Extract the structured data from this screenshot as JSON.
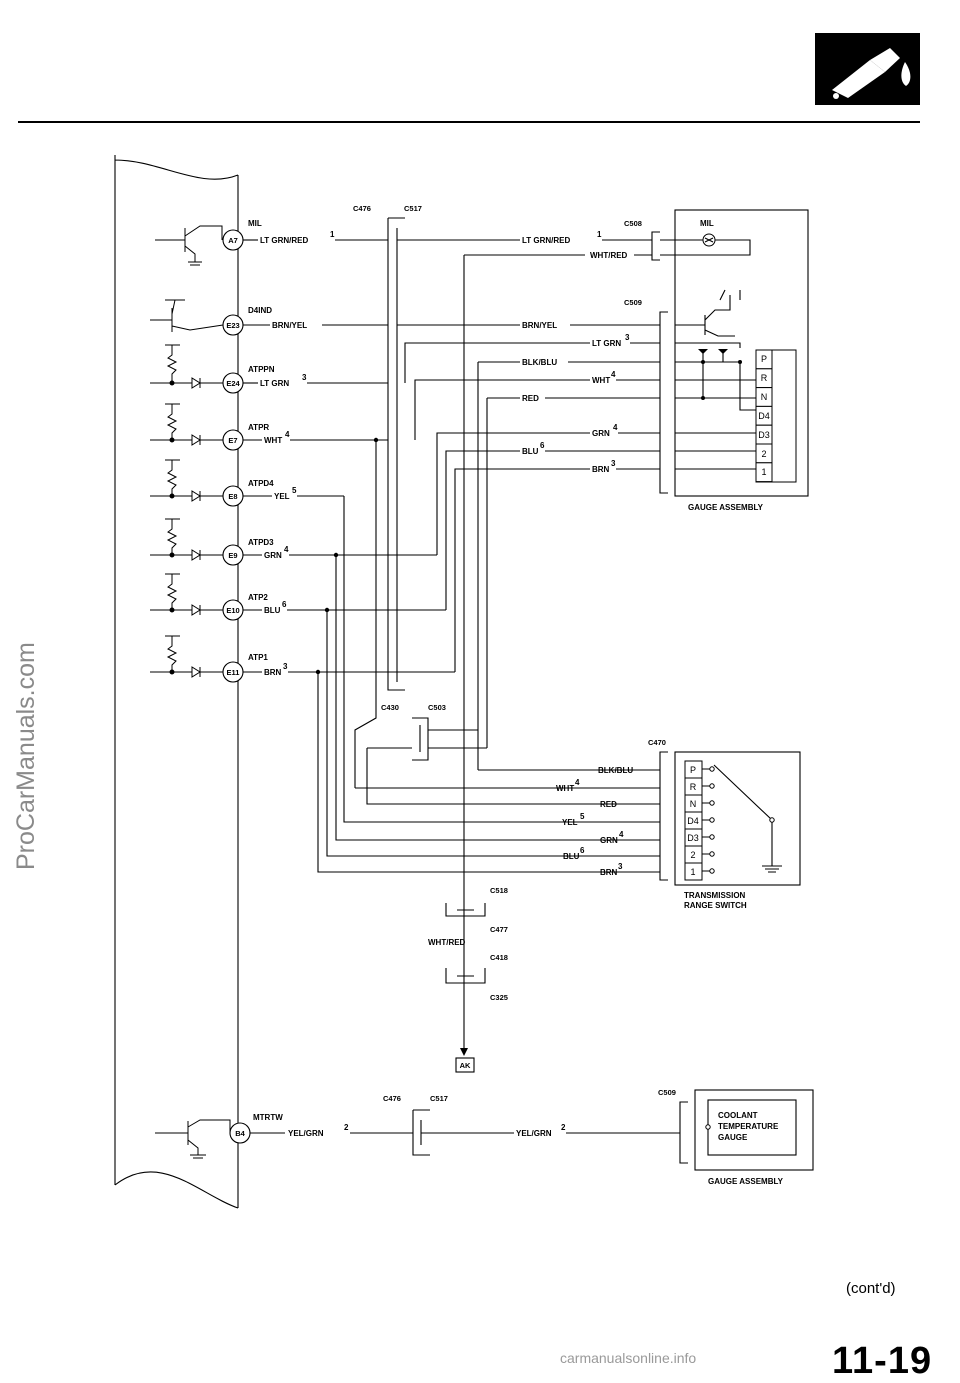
{
  "ecu_pins": [
    {
      "pin": "A7",
      "signal": "MIL",
      "wire": "LT GRN/RED",
      "sup": "1"
    },
    {
      "pin": "E23",
      "signal": "D4IND",
      "wire": "BRN/YEL",
      "sup": ""
    },
    {
      "pin": "E24",
      "signal": "ATPPN",
      "wire": "LT GRN",
      "sup": "3"
    },
    {
      "pin": "E7",
      "signal": "ATPR",
      "wire": "WHT",
      "sup": "4"
    },
    {
      "pin": "E8",
      "signal": "ATPD4",
      "wire": "YEL",
      "sup": "5"
    },
    {
      "pin": "E9",
      "signal": "ATPD3",
      "wire": "GRN",
      "sup": "4"
    },
    {
      "pin": "E10",
      "signal": "ATP2",
      "wire": "BLU",
      "sup": "6"
    },
    {
      "pin": "E11",
      "signal": "ATP1",
      "wire": "BRN",
      "sup": "3"
    },
    {
      "pin": "B4",
      "signal": "MTRTW",
      "wire": "YEL/GRN",
      "sup": "2"
    }
  ],
  "connectors": {
    "c476_top": "C476",
    "c517_top": "C517",
    "c508": "C508",
    "c509_top": "C509",
    "c430": "C430",
    "c503": "C503",
    "c470": "C470",
    "c518": "C518",
    "c477": "C477",
    "c418": "C418",
    "c325": "C325",
    "c476_bot": "C476",
    "c517_bot": "C517",
    "c509_bot": "C509"
  },
  "gauge_top": {
    "mil_label": "MIL",
    "wires": [
      {
        "text": "LT GRN/RED",
        "sup": "1"
      },
      {
        "text": "WHT/RED",
        "sup": ""
      },
      {
        "text": "BRN/YEL",
        "sup": ""
      },
      {
        "text": "LT GRN",
        "sup": "3"
      },
      {
        "text": "BLK/BLU",
        "sup": ""
      },
      {
        "text": "WHT",
        "sup": "4"
      },
      {
        "text": "RED",
        "sup": ""
      },
      {
        "text": "GRN",
        "sup": "4"
      },
      {
        "text": "BLU",
        "sup": "6"
      },
      {
        "text": "BRN",
        "sup": "3"
      }
    ],
    "positions": [
      "P",
      "R",
      "N",
      "D4",
      "D3",
      "2",
      "1"
    ],
    "caption": "GAUGE ASSEMBLY"
  },
  "switch": {
    "wires": [
      {
        "text": "BLK/BLU",
        "sup": ""
      },
      {
        "text": "WHT",
        "sup": "4"
      },
      {
        "text": "RED",
        "sup": ""
      },
      {
        "text": "YEL",
        "sup": "5"
      },
      {
        "text": "GRN",
        "sup": "4"
      },
      {
        "text": "BLU",
        "sup": "6"
      },
      {
        "text": "BRN",
        "sup": "3"
      }
    ],
    "positions": [
      "P",
      "R",
      "N",
      "D4",
      "D3",
      "2",
      "1"
    ],
    "caption_line1": "TRANSMISSION",
    "caption_line2": "RANGE SWITCH"
  },
  "ground_wire": "WHT/RED",
  "ground_ref": "AK",
  "coolant": {
    "wire_left": "YEL/GRN",
    "wire_right": "YEL/GRN",
    "sup": "2",
    "line1": "COOLANT",
    "line2": "TEMPERATURE",
    "line3": "GAUGE",
    "caption": "GAUGE ASSEMBLY"
  },
  "watermark": "ProCarManuals.com",
  "contd": "(cont'd)",
  "page_number": "11-19",
  "footer": "carmanualsonline.info",
  "colors": {
    "line": "#000000",
    "icon_bg": "#000000",
    "watermark": "#8a8a8a"
  },
  "icons": [
    "fuel-nozzle-icon"
  ]
}
